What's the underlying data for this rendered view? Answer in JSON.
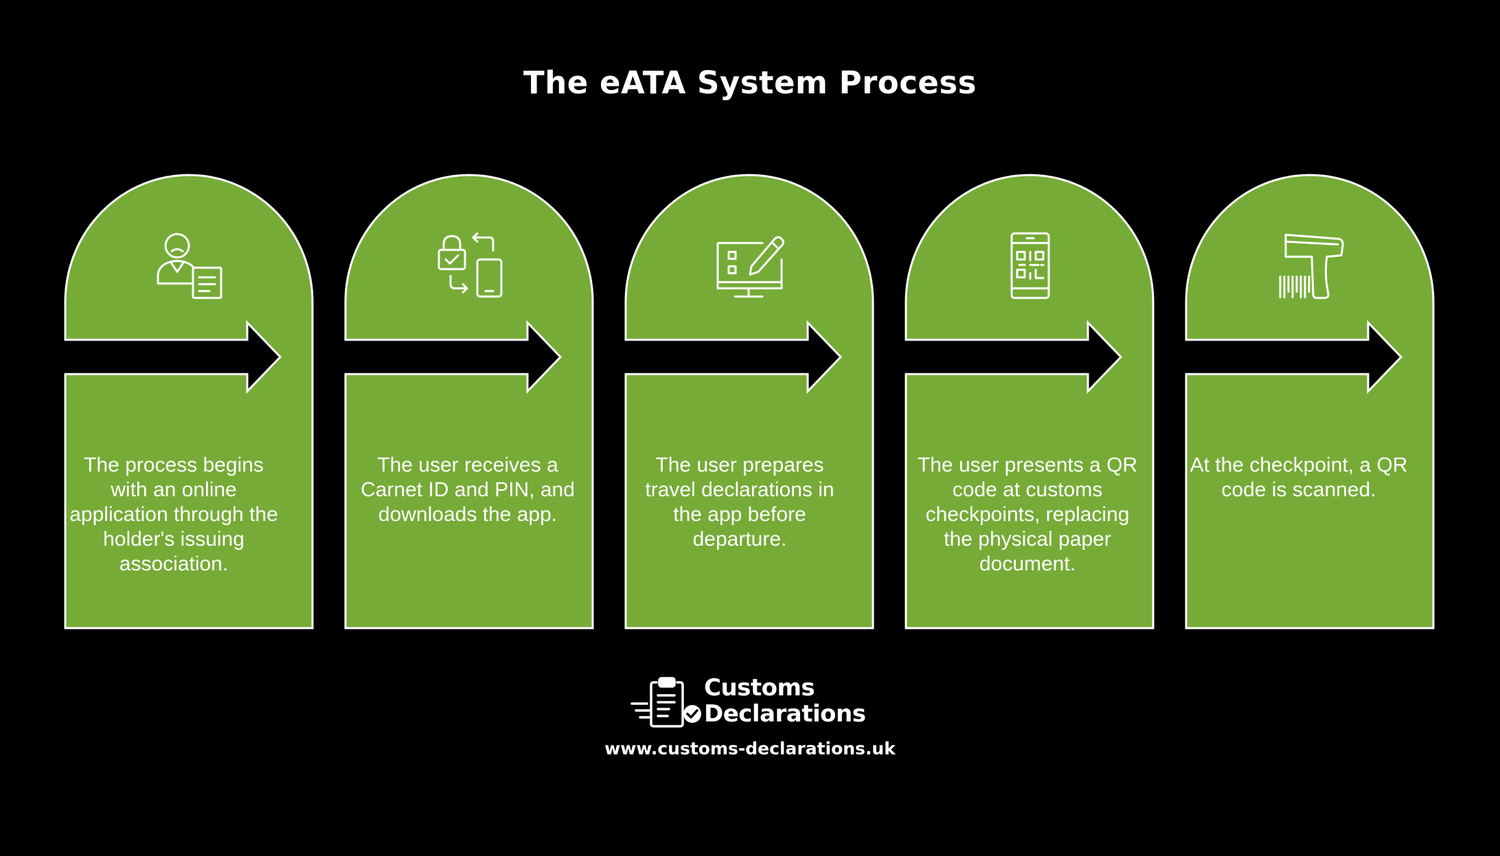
{
  "title": "The eATA System Process",
  "colors": {
    "card_fill": "#76ab37",
    "card_stroke": "#ffffff",
    "background": "#000000"
  },
  "steps": [
    {
      "icon": "person-document-icon",
      "text": "The process begins with an online application through the holder's issuing association."
    },
    {
      "icon": "lock-phone-sync-icon",
      "text": "The user receives a Carnet ID and PIN, and downloads the app."
    },
    {
      "icon": "monitor-form-pencil-icon",
      "text": "The user prepares travel declarations in the app before departure."
    },
    {
      "icon": "phone-qr-code-icon",
      "text": "The user presents a QR code at customs checkpoints, replacing the physical paper document."
    },
    {
      "icon": "barcode-scanner-icon",
      "text": "At the checkpoint, a QR code is scanned."
    }
  ],
  "brand": {
    "line1": "Customs",
    "line2": "Declarations",
    "url": "www.customs-declarations.uk"
  }
}
